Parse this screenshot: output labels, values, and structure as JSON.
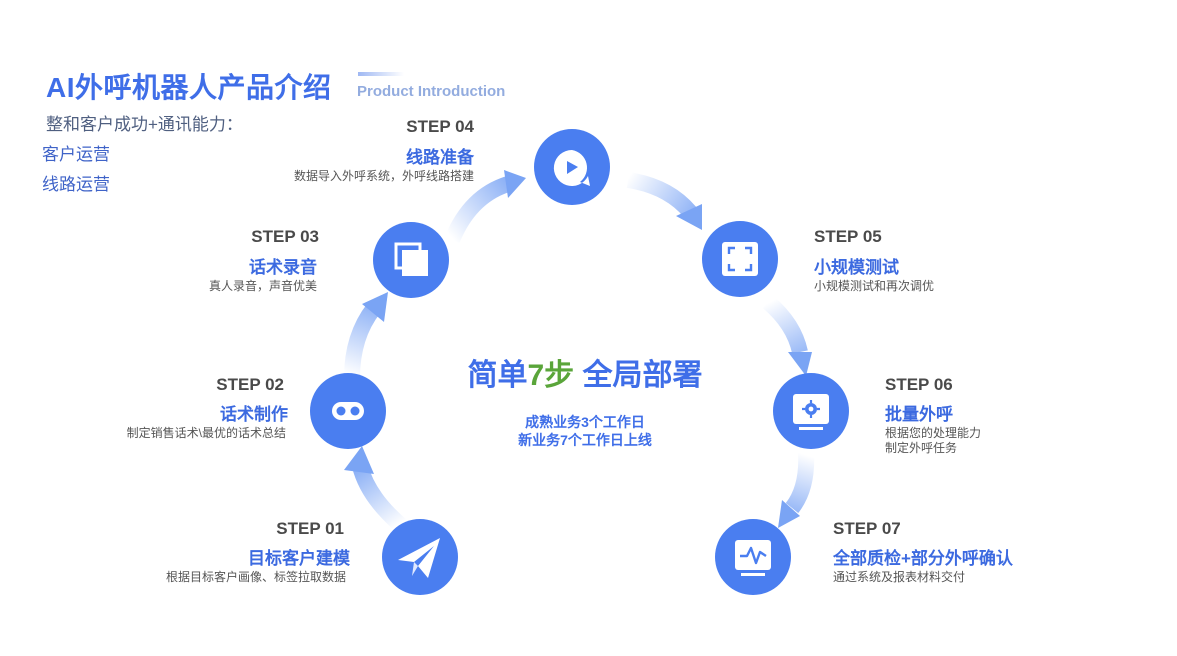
{
  "header": {
    "title": "AI外呼机器人产品介绍",
    "subtitle": "Product Introduction"
  },
  "intro": {
    "lead": "整和客户成功+通讯能力：",
    "items": [
      "客户运营",
      "线路运营"
    ]
  },
  "center": {
    "title_pre": "简单",
    "title_highlight": "7步",
    "title_post": " 全局部署",
    "line1": "成熟业务3个工作日",
    "line2": "新业务7个工作日上线"
  },
  "colors": {
    "accent": "#3f6ee8",
    "node_fill": "#4a7ef0",
    "highlight_green": "#5aa53a",
    "arrow_light": "#dfe9fd"
  },
  "steps": [
    {
      "number": "STEP 01",
      "name": "目标客户建模",
      "desc": "根据目标客户画像、标签拉取数据",
      "icon": "paper-plane-icon"
    },
    {
      "number": "STEP 02",
      "name": "话术制作",
      "desc": "制定销售话术\\最优的话术总结",
      "icon": "toggle-icon"
    },
    {
      "number": "STEP 03",
      "name": "话术录音",
      "desc": "真人录音，声音优美",
      "icon": "copy-icon"
    },
    {
      "number": "STEP 04",
      "name": "线路准备",
      "desc": "数据导入外呼系统，外呼线路搭建",
      "icon": "play-bubble-icon"
    },
    {
      "number": "STEP 05",
      "name": "小规模测试",
      "desc": "小规模测试和再次调优",
      "icon": "scan-frame-icon"
    },
    {
      "number": "STEP 06",
      "name": "批量外呼",
      "desc_lines": [
        "根据您的处理能力",
        "制定外呼任务"
      ],
      "icon": "monitor-gear-icon"
    },
    {
      "number": "STEP 07",
      "name": "全部质检+部分外呼确认",
      "desc": "通过系统及报表材料交付",
      "icon": "pulse-monitor-icon"
    }
  ]
}
